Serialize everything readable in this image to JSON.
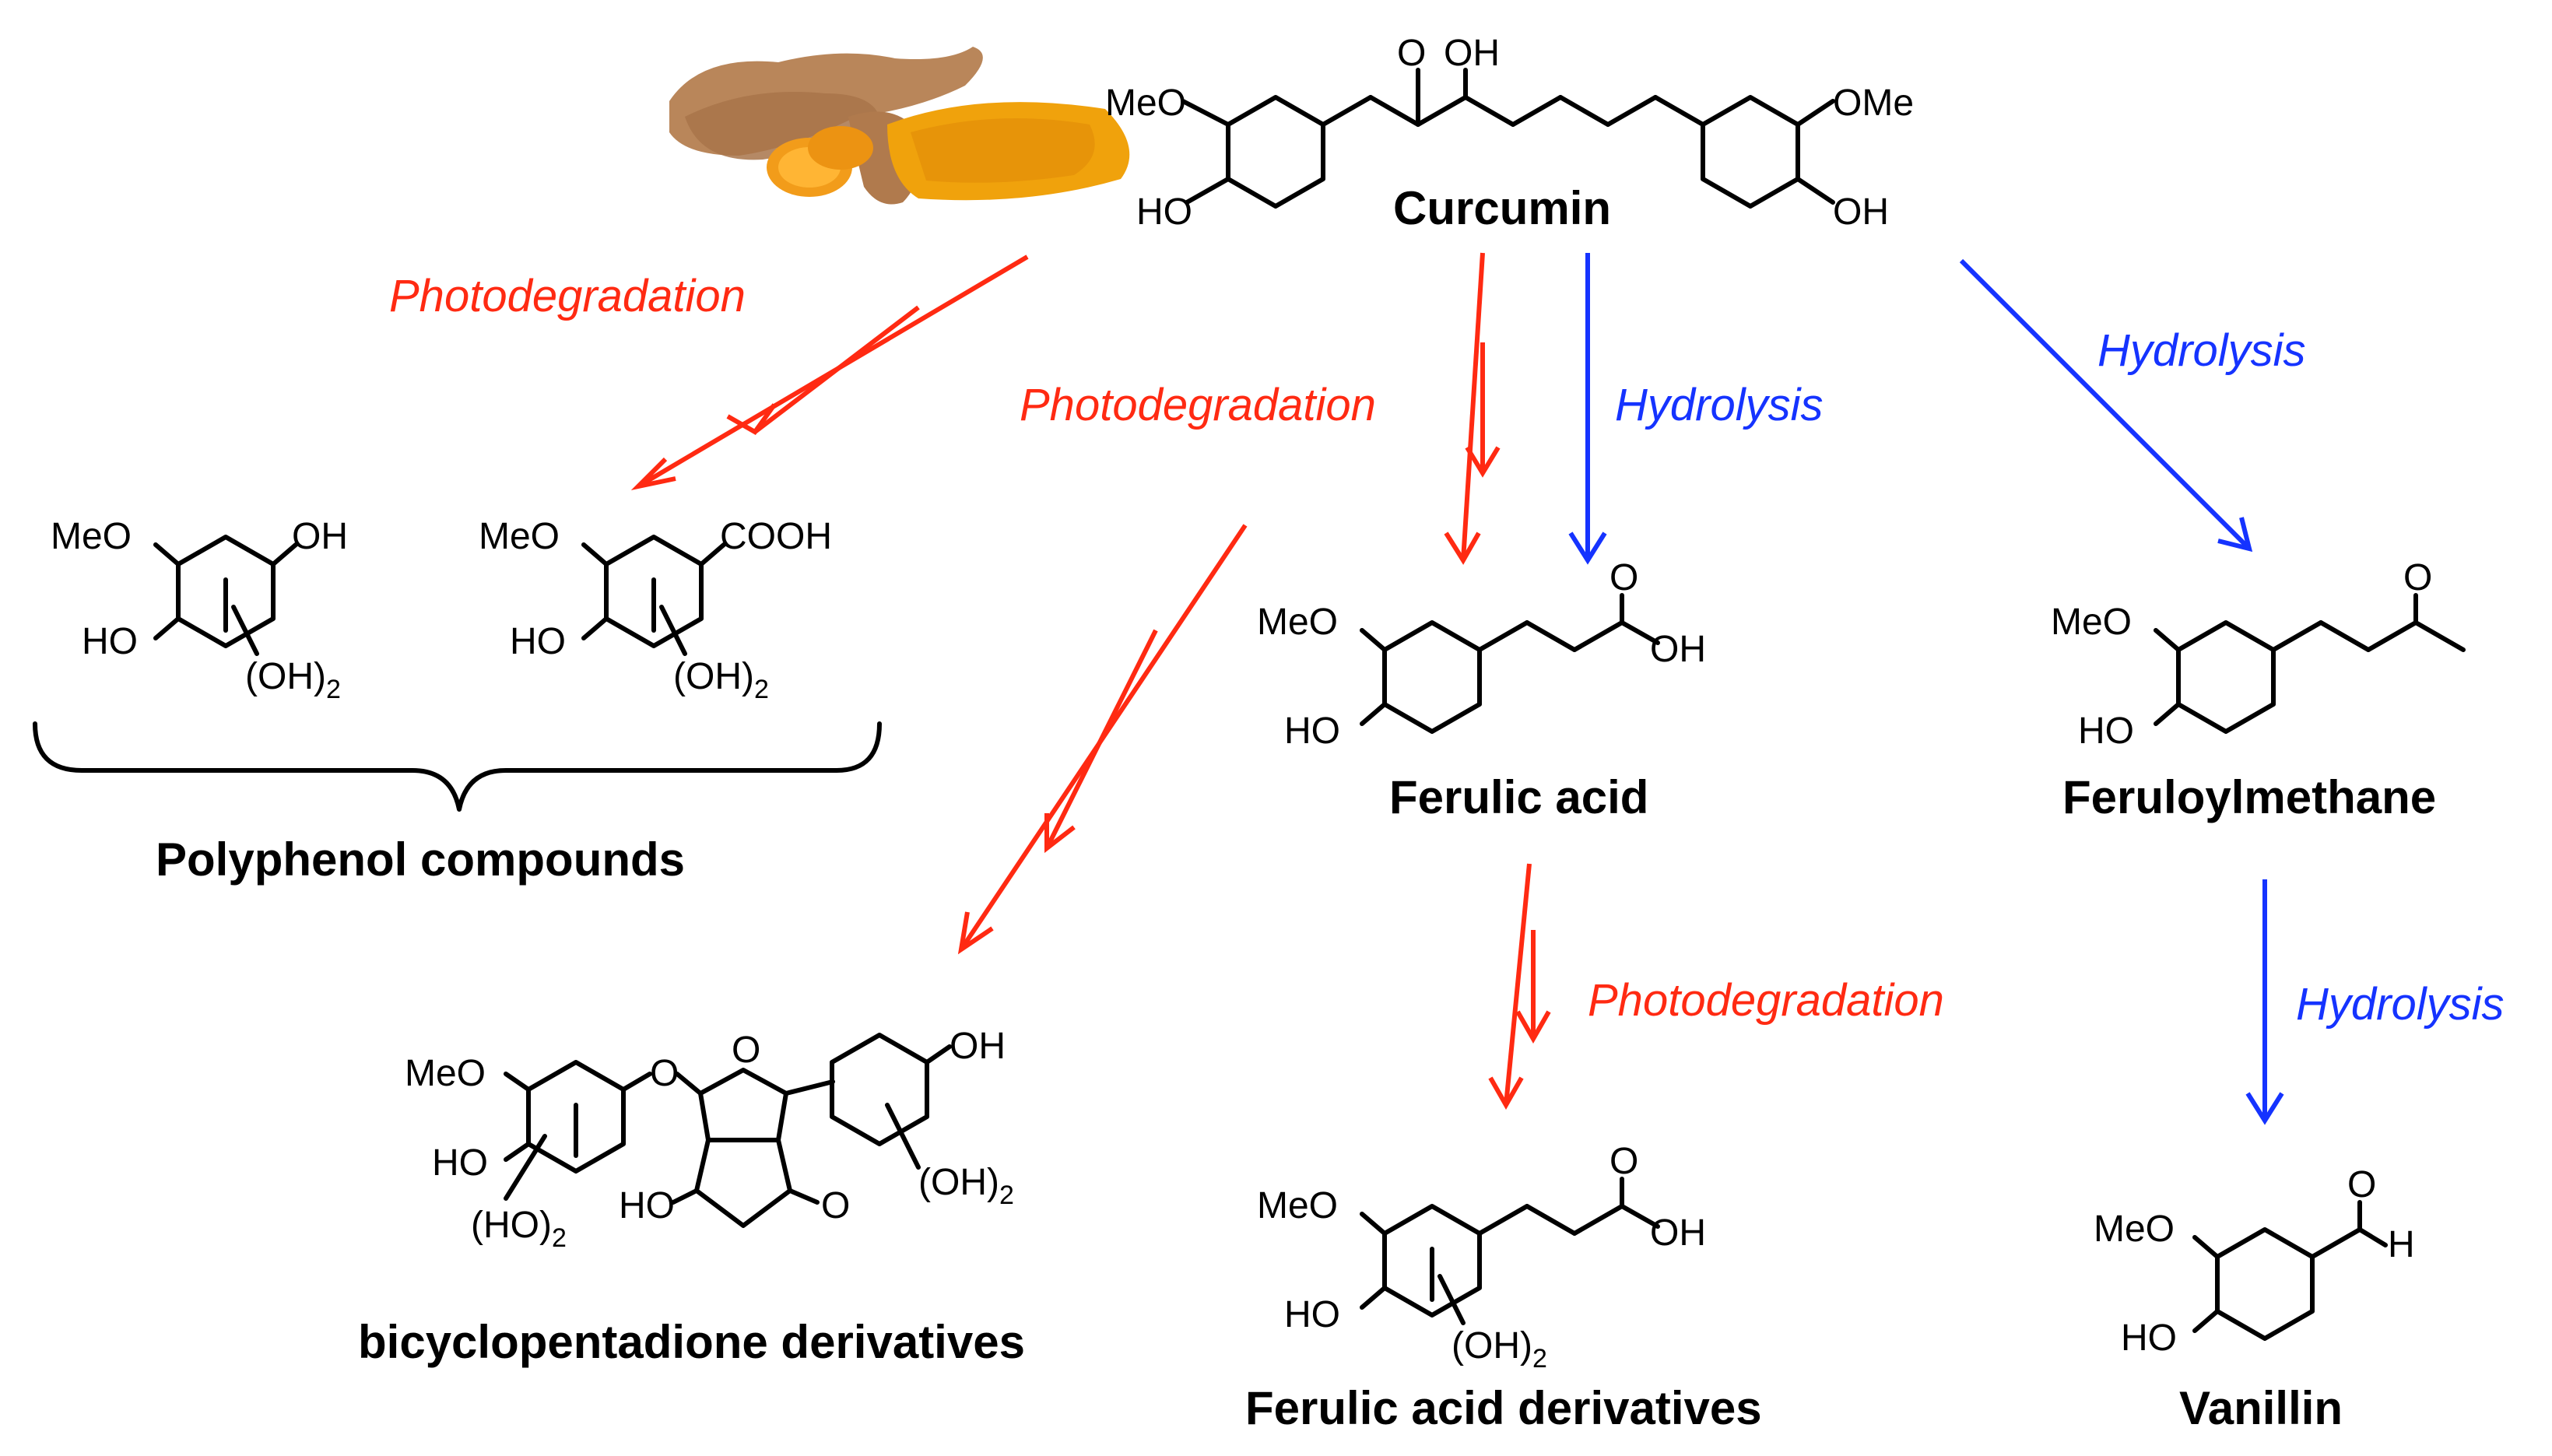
{
  "colors": {
    "photo": "#ff2a12",
    "hydro": "#1533ff",
    "bond": "#000000"
  },
  "icons": {
    "turmeric": "turmeric-root-and-powder-icon"
  },
  "compounds": {
    "curcumin": {
      "name": "Curcumin",
      "atoms": {
        "meo": "MeO",
        "ome": "OMe",
        "ho": "HO",
        "oh": "OH",
        "o": "O",
        "enol_oh": "OH"
      }
    },
    "polyphenol": {
      "name": "Polyphenol compounds",
      "a": {
        "meo": "MeO",
        "oh": "OH",
        "ho": "HO",
        "sub_oh": "(OH)",
        "sub_n": "2"
      },
      "b": {
        "meo": "MeO",
        "cooh": "COOH",
        "ho": "HO",
        "sub_oh": "(OH)",
        "sub_n": "2"
      }
    },
    "ferulic": {
      "name": "Ferulic acid",
      "atoms": {
        "meo": "MeO",
        "ho": "HO",
        "o": "O",
        "oh": "OH"
      }
    },
    "feruloylmethane": {
      "name": "Feruloylmethane",
      "atoms": {
        "meo": "MeO",
        "ho": "HO",
        "o": "O"
      }
    },
    "bicyclo": {
      "name": "bicyclopentadione derivatives",
      "atoms": {
        "meo": "MeO",
        "ho": "HO",
        "sub_ho": "(HO)",
        "sub_n": "2",
        "o_link": "O",
        "o_ring": "O",
        "oh_top": "OH",
        "sub_oh": "(OH)",
        "sub_n2": "2",
        "ho_ring": "HO",
        "o_keto": "O"
      }
    },
    "ferulic_deriv": {
      "name": "Ferulic acid derivatives",
      "atoms": {
        "meo": "MeO",
        "ho": "HO",
        "o": "O",
        "oh": "OH",
        "sub_oh": "(OH)",
        "sub_n": "2"
      }
    },
    "vanillin": {
      "name": "Vanillin",
      "atoms": {
        "meo": "MeO",
        "ho": "HO",
        "o": "O",
        "h": "H"
      }
    }
  },
  "arrow_labels": {
    "photo_polyphenol": "Photodegradation",
    "photo_center": "Photodegradation",
    "hydro_ferulic": "Hydrolysis",
    "hydro_feruloyl": "Hydrolysis",
    "photo_ferulic_deriv": "Photodegradation",
    "hydro_vanillin": "Hydrolysis"
  }
}
